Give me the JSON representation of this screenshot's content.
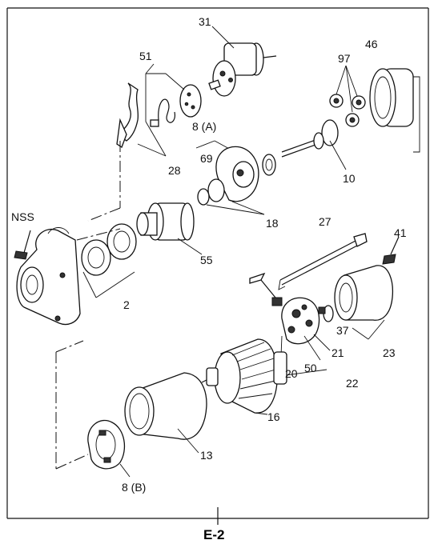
{
  "labels": {
    "p31": "31",
    "p51": "51",
    "p97": "97",
    "p46": "46",
    "p8a": "8 (A)",
    "p69": "69",
    "p28": "28",
    "p10": "10",
    "p18": "18",
    "nss": "NSS",
    "p55": "55",
    "p27": "27",
    "p41": "41",
    "p2": "2",
    "p37": "37",
    "p21": "21",
    "p23": "23",
    "p20": "20",
    "p50": "50",
    "p22": "22",
    "p16": "16",
    "p13": "13",
    "p8b": "8 (B)"
  },
  "reference": "E-2"
}
